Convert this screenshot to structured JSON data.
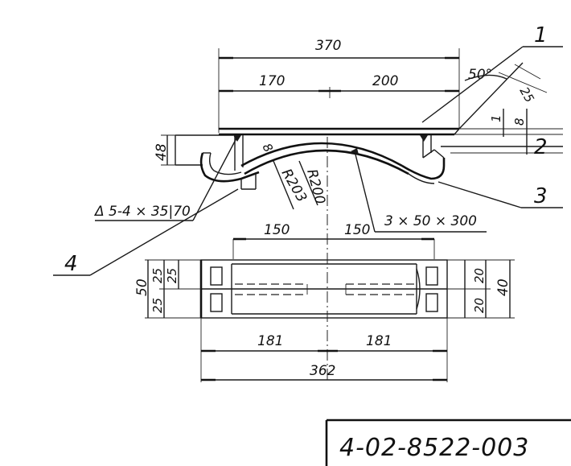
{
  "dimensions": {
    "top_total": "370",
    "top_left": "170",
    "top_right": "200",
    "angle": "50°",
    "right_25": "25",
    "right_1": "1",
    "right_8": "8",
    "left_48": "48",
    "dim_8": "8",
    "r200": "R200",
    "r203": "R203",
    "weld_note": "Δ 5-4 × 35|70",
    "strip_note": "3 × 50 × 300",
    "mid_left": "150",
    "mid_right": "150",
    "plan_50": "50",
    "plan_25a": "25",
    "plan_25b": "25",
    "plan_25c": "25",
    "plan_20a": "20",
    "plan_20b": "20",
    "plan_40": "40",
    "bottom_left": "181",
    "bottom_right": "181",
    "bottom_total": "362"
  },
  "callouts": {
    "c1": "1",
    "c2": "2",
    "c3": "3",
    "c4": "4"
  },
  "stamp": {
    "code": "4-02-8522-003"
  }
}
